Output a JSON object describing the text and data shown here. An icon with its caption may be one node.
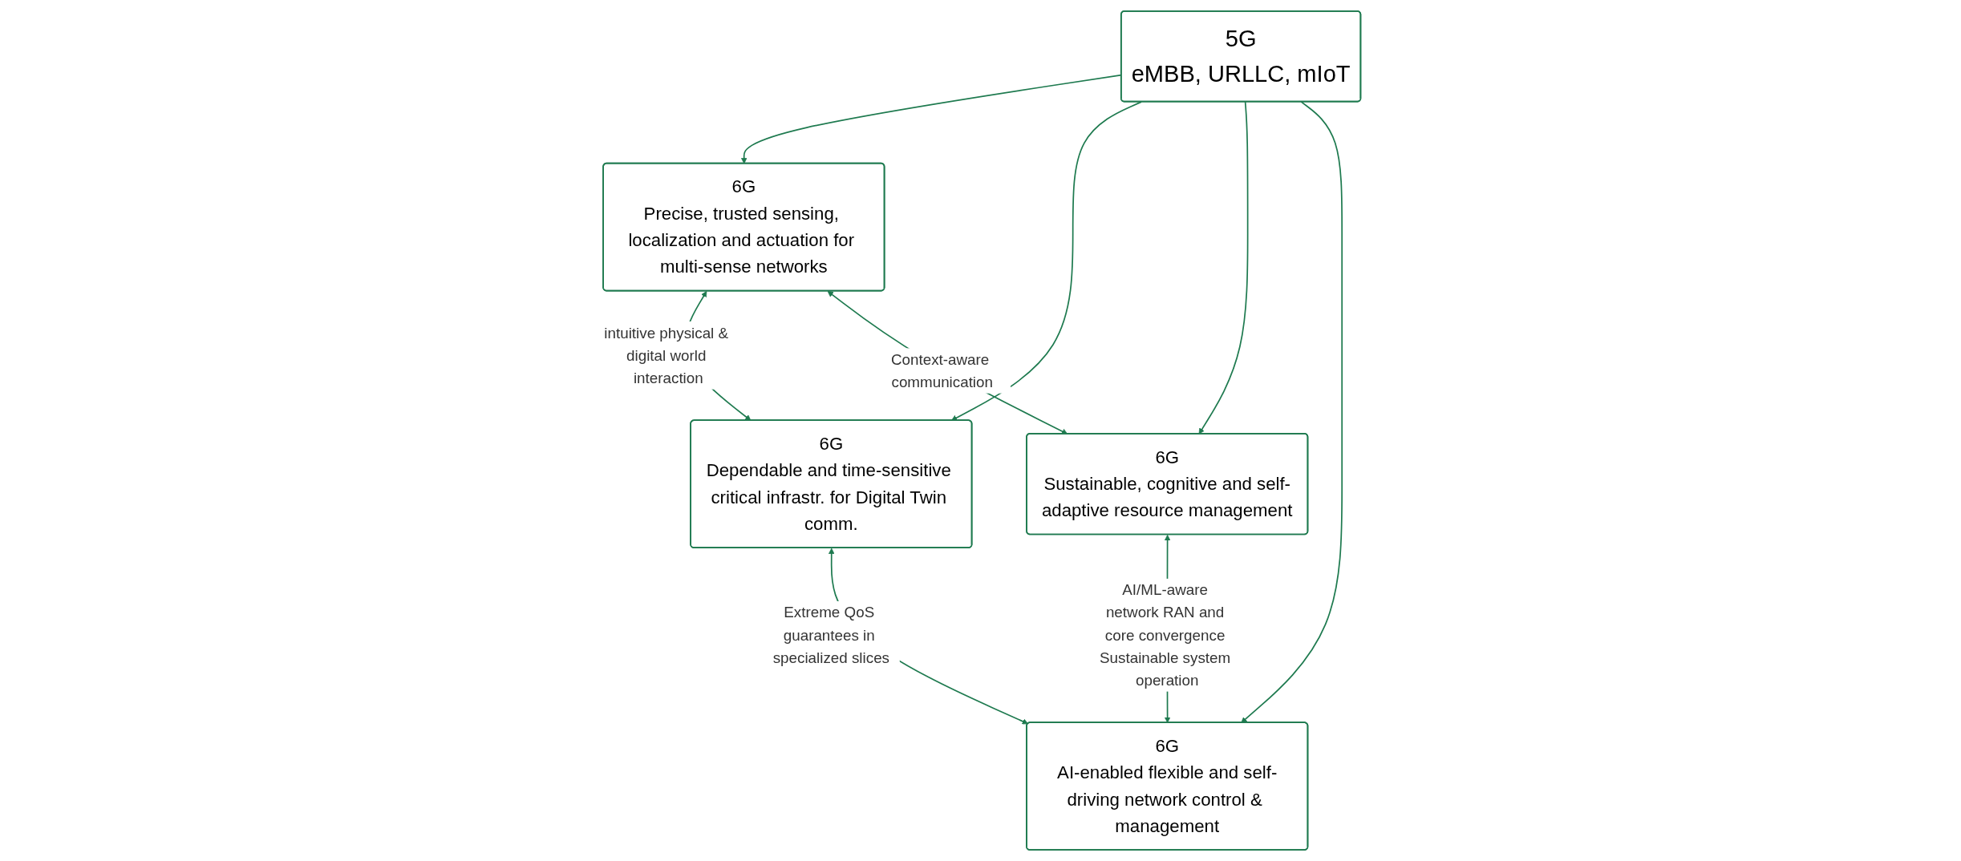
{
  "diagram": {
    "nodes": [
      {
        "text": [
          "6G",
          "Precise, trusted sensing, localization and actuation for multi-sense networks"
        ]
      },
      {
        "text": [
          "6G",
          "Dependable and time-sensitive critical infrastr. for Digital Twin comm."
        ]
      },
      {
        "text": [
          "5G",
          "eMBB, URLLC, mIoT"
        ]
      },
      {
        "text": [
          "6G",
          "Sustainable, cognitive and self-adaptive resource management"
        ]
      },
      {
        "text": [
          "6G",
          "AI-enabled flexible and self-driving network control & management"
        ]
      }
    ],
    "edges": [
      {
        "from": 0,
        "to": 1,
        "arrow": "both",
        "label": "intuitive physical & digital world interaction"
      },
      {
        "from": 2,
        "to": 0,
        "arrow": "to"
      },
      {
        "from": 2,
        "to": 1,
        "arrow": "to"
      },
      {
        "from": 0,
        "to": 3,
        "arrow": "both",
        "label": "Context-aware communication"
      },
      {
        "from": 1,
        "to": 4,
        "arrow": "both",
        "label": "Extreme QoS guarantees in specialized slices"
      },
      {
        "from": 2,
        "to": 3,
        "arrow": "to"
      },
      {
        "from": 2,
        "to": 4,
        "arrow": "to"
      },
      {
        "from": 3,
        "to": 4,
        "arrow": "both",
        "label": "AI/ML-aware network RAN and core convergence Sustainable system operation"
      }
    ]
  }
}
